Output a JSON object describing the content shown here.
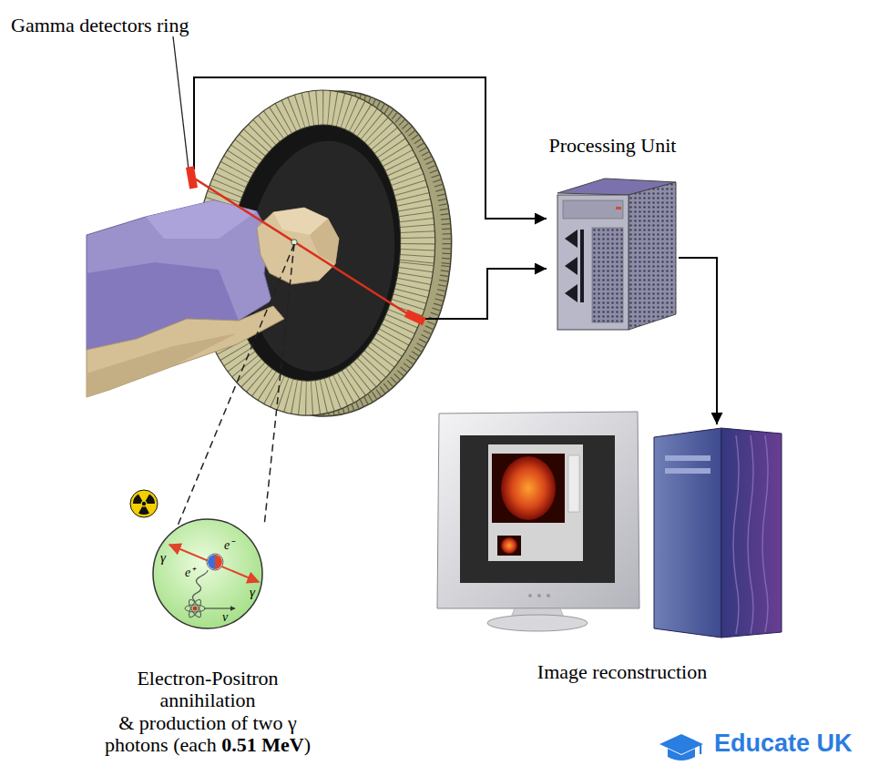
{
  "diagram": {
    "nodes": [
      {
        "text": [
          "Gamma detectors ring"
        ]
      },
      {
        "text": [
          "Processing Unit"
        ]
      },
      {
        "text": [
          "Electron-Positron annihilation",
          "& production of two γ photons (each 0.51 MeV)"
        ]
      },
      {
        "text": [
          "Image reconstruction"
        ]
      }
    ],
    "edges": [
      {
        "from": 0,
        "to": 1,
        "arrow": "to"
      },
      {
        "from": 0,
        "to": 1,
        "arrow": "to"
      },
      {
        "from": 1,
        "to": 3,
        "arrow": "to"
      }
    ],
    "labels": [
      "γ",
      "e⁻",
      "e⁺",
      "γ",
      "ν",
      "Educate UK"
    ]
  }
}
